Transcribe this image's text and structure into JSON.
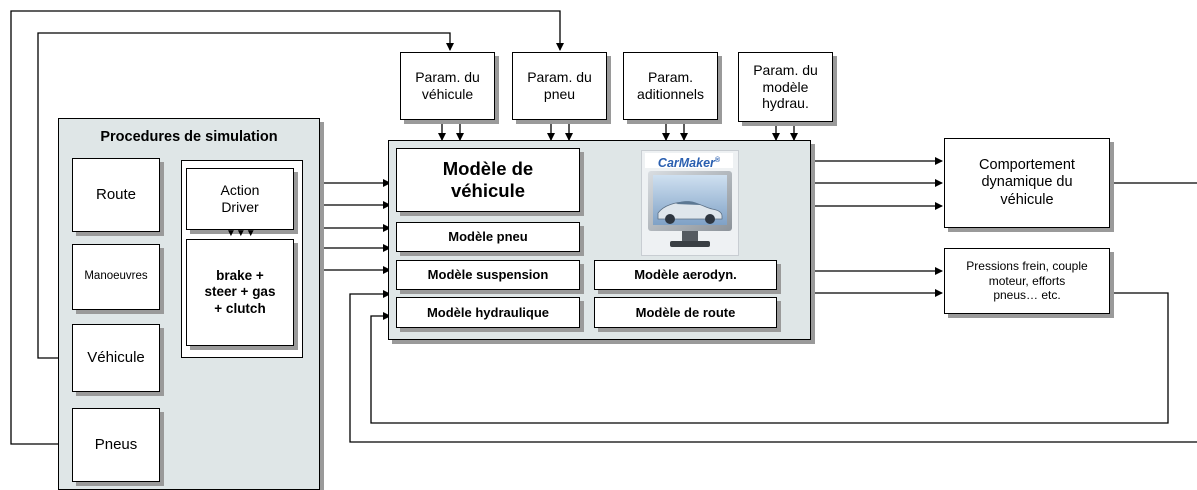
{
  "panel": {
    "title": "Procedures de simulation"
  },
  "left_blocks": {
    "route": "Route",
    "manoeuvres": "Manoeuvres",
    "vehicule": "Véhicule",
    "pneus": "Pneus"
  },
  "driver": {
    "action": "Action\nDriver",
    "controls": "brake +\nsteer + gas\n+ clutch"
  },
  "params": [
    "Param. du\nvéhicule",
    "Param. du\npneu",
    "Param.\naditionnels",
    "Param. du\nmodèle\nhydrau."
  ],
  "model": {
    "title": "Modèle de\nvéhicule",
    "pneu": "Modèle pneu",
    "suspension": "Modèle suspension",
    "aerodyn": "Modèle aerodyn.",
    "hydraulique": "Modèle hydraulique",
    "route": "Modèle de route",
    "logo": "CarMaker",
    "logo_mark": "®"
  },
  "outputs": {
    "comportement": "Comportement\ndynamique du\nvéhicule",
    "pressions": "Pressions frein, couple\nmoteur, efforts\npneus… etc."
  }
}
